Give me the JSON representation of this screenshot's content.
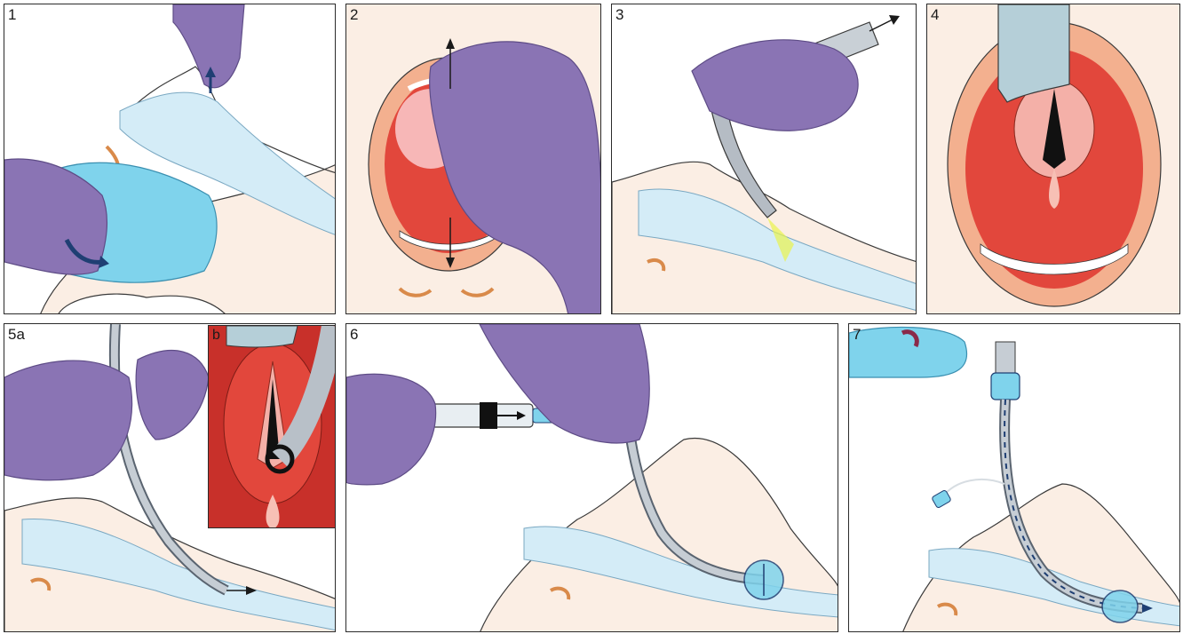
{
  "panels": {
    "p1": {
      "label": "1"
    },
    "p2": {
      "label": "2"
    },
    "p3": {
      "label": "3"
    },
    "p4": {
      "label": "4"
    },
    "p5": {
      "label": "5a",
      "inset_label": "b"
    },
    "p6": {
      "label": "6"
    },
    "p7": {
      "label": "7"
    }
  },
  "colors": {
    "glove": "#8a74b4",
    "glove_dark": "#5e4c86",
    "skin": "#fbeee4",
    "airway": "#d4ecf7",
    "mask": "#7fd3ec",
    "mouth_red": "#e2473c",
    "arrow": "#1f3f73",
    "outline": "#3a3a3a"
  },
  "icons": [
    "glove-hand-icon",
    "mask-icon",
    "laryngoscope-icon",
    "endotracheal-tube-icon",
    "syringe-icon",
    "bag-valve-icon",
    "arrow-icon"
  ]
}
